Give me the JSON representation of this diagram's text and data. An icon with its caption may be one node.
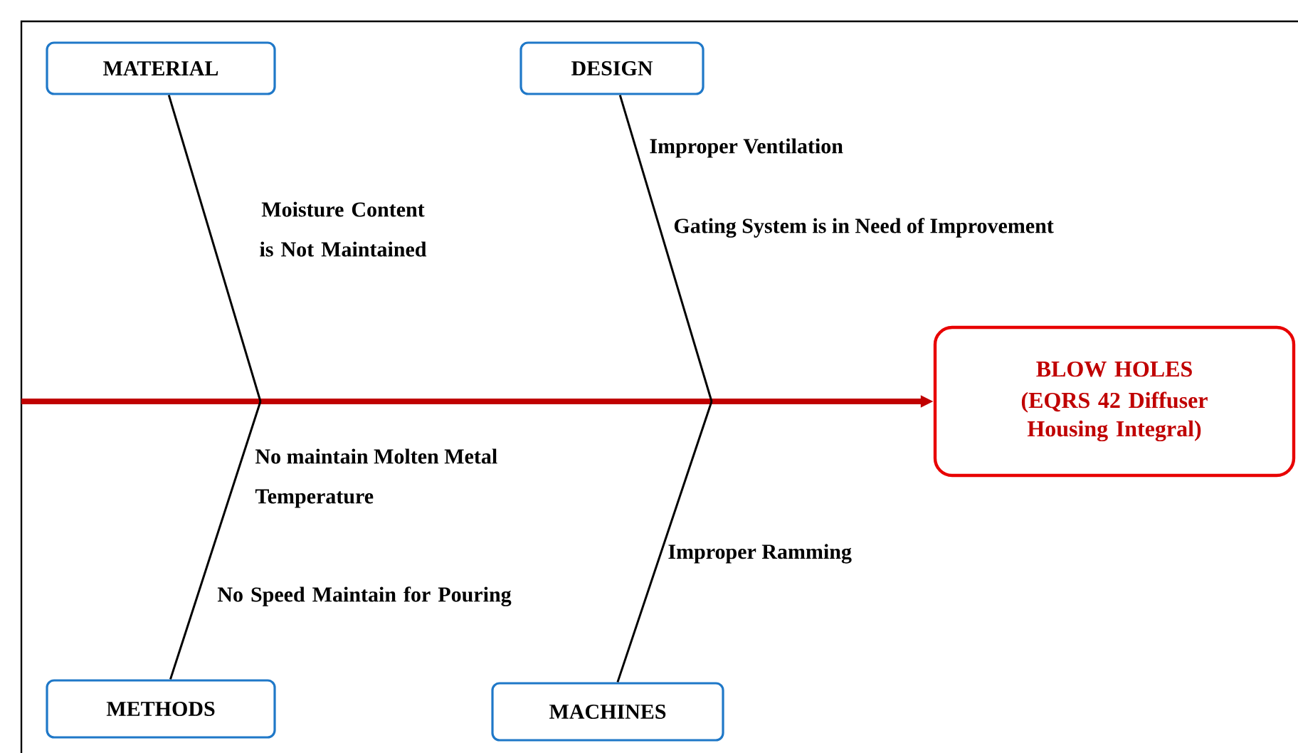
{
  "diagram": {
    "nodes": [
      {
        "text": [
          "MATERIAL"
        ]
      },
      {
        "text": [
          "DESIGN"
        ]
      },
      {
        "text": [
          "METHODS"
        ]
      },
      {
        "text": [
          "MACHINES"
        ]
      },
      {
        "text": [
          "BLOW HOLES",
          "(EQRS 42 Diffuser Housing Integral)"
        ]
      }
    ],
    "edges": [
      {
        "from": null,
        "to": 4,
        "arrow": "to",
        "style": "thick",
        "color": "#c00000"
      },
      {
        "from": 0,
        "to": null,
        "arrow": "none"
      },
      {
        "from": 2,
        "to": null,
        "arrow": "none"
      },
      {
        "from": 1,
        "to": null,
        "arrow": "none"
      },
      {
        "from": 3,
        "to": null,
        "arrow": "none"
      }
    ],
    "labels": [
      "Moisture Content is Not Maintained",
      "Improper Ventilation",
      "Gating System is in Need of Improvement",
      "No maintain Molten Metal Temperature",
      "No Speed Maintain for Pouring",
      "Improper Ramming"
    ]
  }
}
